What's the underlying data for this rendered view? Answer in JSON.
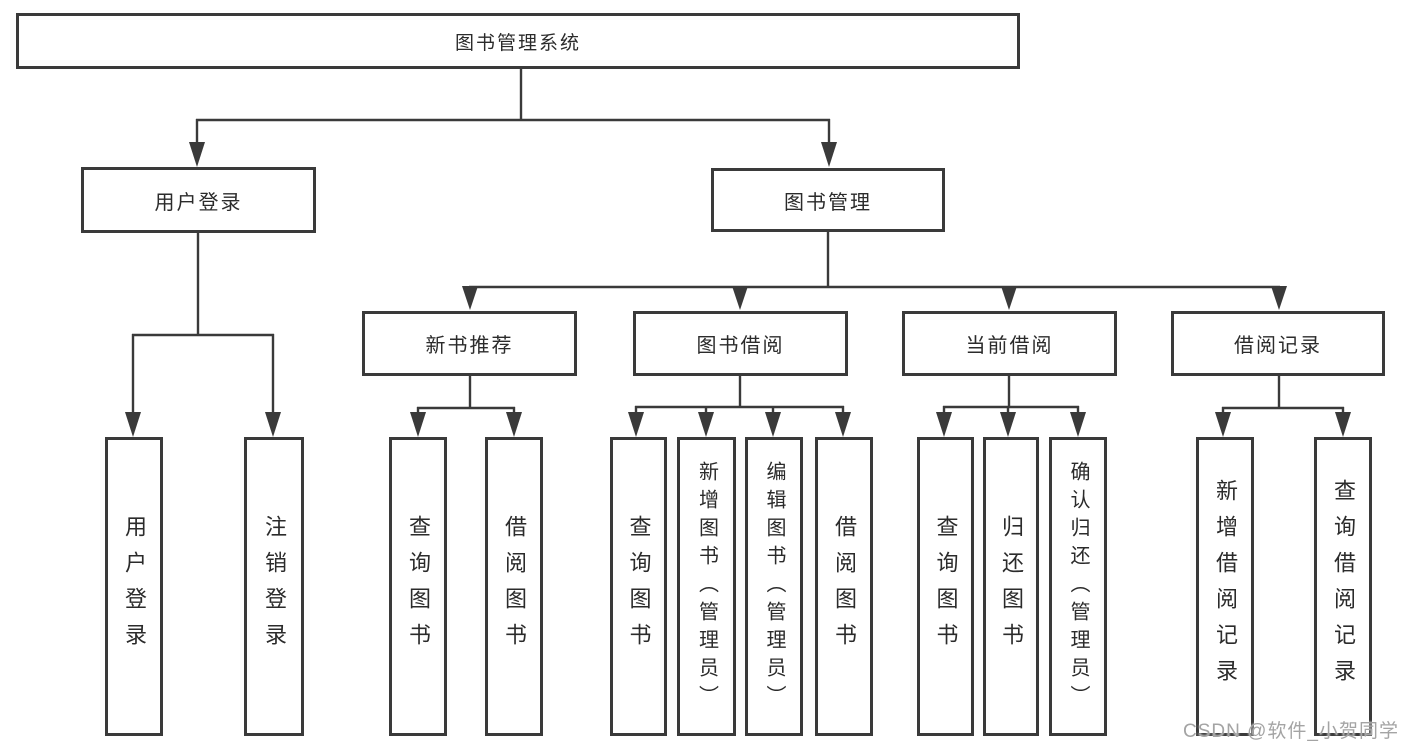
{
  "diagram": {
    "root": {
      "label": "图书管理系统"
    },
    "user_branch": {
      "label": "用户登录",
      "children": [
        {
          "label": "用户登录"
        },
        {
          "label": "注销登录"
        }
      ]
    },
    "book_branch": {
      "label": "图书管理",
      "groups": [
        {
          "label": "新书推荐",
          "children": [
            {
              "label": "查询图书"
            },
            {
              "label": "借阅图书"
            }
          ]
        },
        {
          "label": "图书借阅",
          "children": [
            {
              "label": "查询图书"
            },
            {
              "label": "新增图书（管理员）"
            },
            {
              "label": "编辑图书（管理员）"
            },
            {
              "label": "借阅图书"
            }
          ]
        },
        {
          "label": "当前借阅",
          "children": [
            {
              "label": "查询图书"
            },
            {
              "label": "归还图书"
            },
            {
              "label": "确认归还（管理员）"
            }
          ]
        },
        {
          "label": "借阅记录",
          "children": [
            {
              "label": "新增借阅记录"
            },
            {
              "label": "查询借阅记录"
            }
          ]
        }
      ]
    }
  },
  "watermark": {
    "text": "CSDN @软件_小贺同学"
  },
  "colors": {
    "line": "#3a3a3a",
    "box_border": "#3a3a3a",
    "text": "#2b2b2b",
    "watermark": "#a4a4a4",
    "background": "#ffffff"
  }
}
